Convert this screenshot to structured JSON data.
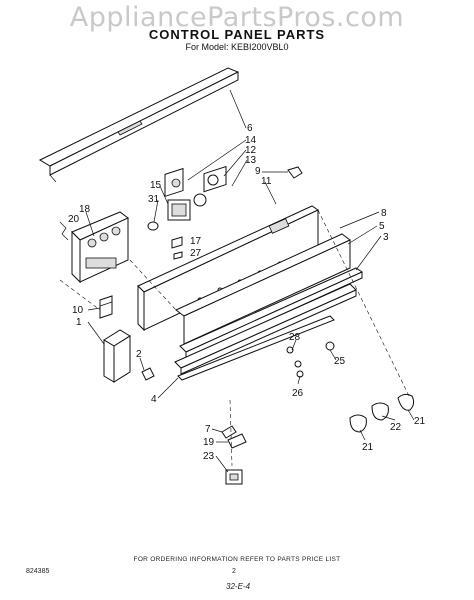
{
  "watermark": "AppliancePartsPros.com",
  "title": "CONTROL PANEL PARTS",
  "model": "For Model: KEBI200VBL0",
  "footer": {
    "ordering_note": "FOR ORDERING INFORMATION REFER TO PARTS PRICE LIST",
    "doc_code": "824385",
    "page_number": "2",
    "sheet_code": "32-E-4"
  },
  "callouts": {
    "c6": "6",
    "c14": "14",
    "c12": "12",
    "c13": "13",
    "c9": "9",
    "c11": "11",
    "c15": "15",
    "c31": "31",
    "c18": "18",
    "c20": "20",
    "c17": "17",
    "c27": "27",
    "c8": "8",
    "c5": "5",
    "c3": "3",
    "c10": "10",
    "c1": "1",
    "c2": "2",
    "c4": "4",
    "c28": "28",
    "c25": "25",
    "c26": "26",
    "c21a": "21",
    "c22": "22",
    "c21b": "21",
    "c7": "7",
    "c19": "19",
    "c23": "23"
  }
}
